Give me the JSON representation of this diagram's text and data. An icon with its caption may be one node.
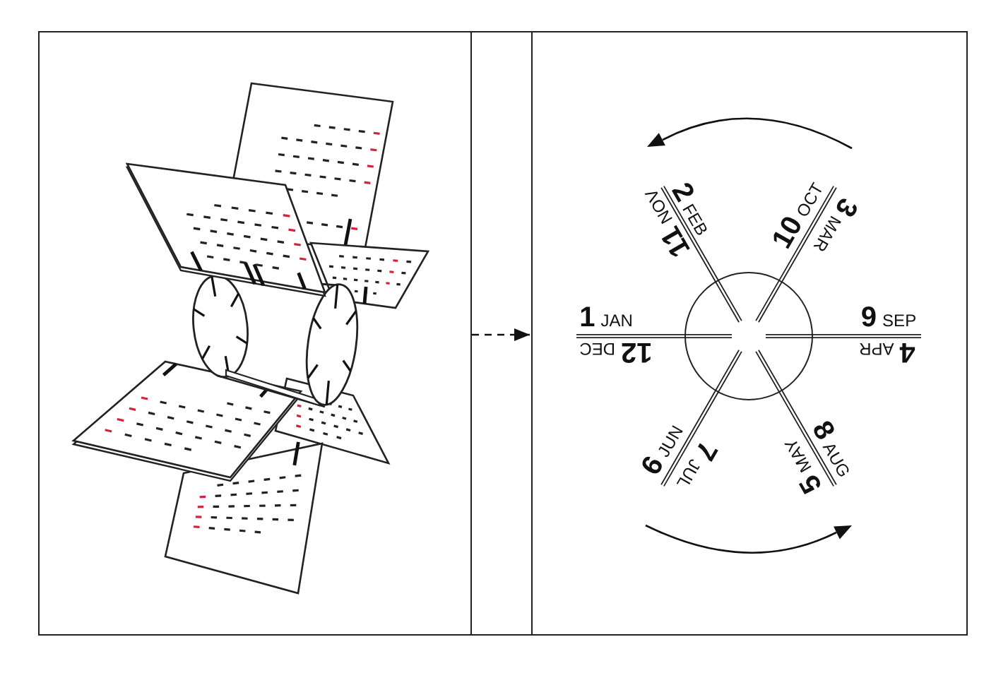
{
  "diagram": {
    "nodes": [
      {
        "text": [],
        "shape": "picture"
      },
      {
        "text": [],
        "shape": "box"
      }
    ],
    "edges": [
      {
        "from": 0,
        "to": 1,
        "arrow": "to",
        "style": "dashed"
      }
    ],
    "labels": [
      "11",
      "NOV",
      "2",
      "FEB",
      "10",
      "OCT",
      "3",
      "MAR",
      "1",
      "JAN",
      "9",
      "SEP",
      "12",
      "DEC",
      "4",
      "APR",
      "6",
      "JUN",
      "7",
      "JUL",
      "5",
      "MAY",
      "8",
      "AUG"
    ]
  }
}
